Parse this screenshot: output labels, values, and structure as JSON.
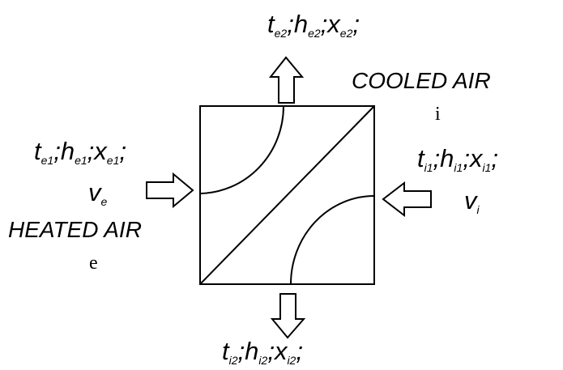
{
  "labels": {
    "top": {
      "t": "t",
      "t_sub": "e2",
      "h": "h",
      "h_sub": "e2",
      "x": "x",
      "x_sub": "e2",
      "sep": ";"
    },
    "left": {
      "t": "t",
      "t_sub": "e1",
      "h": "h",
      "h_sub": "e1",
      "x": "x",
      "x_sub": "e1",
      "sep": ";"
    },
    "left_v": {
      "v": "v",
      "v_sub": "e"
    },
    "right": {
      "t": "t",
      "t_sub": "i1",
      "h": "h",
      "h_sub": "i1",
      "x": "x",
      "x_sub": "i1",
      "sep": ";"
    },
    "right_v": {
      "v": "v",
      "v_sub": "i"
    },
    "bottom": {
      "t": "t",
      "t_sub": "i2",
      "h": "h",
      "h_sub": "i2",
      "x": "x",
      "x_sub": "i2",
      "sep": ";"
    },
    "cooled_air": "COOLED AIR",
    "cooled_letter": "i",
    "heated_air": "HEATED AIR",
    "heated_letter": "e"
  }
}
